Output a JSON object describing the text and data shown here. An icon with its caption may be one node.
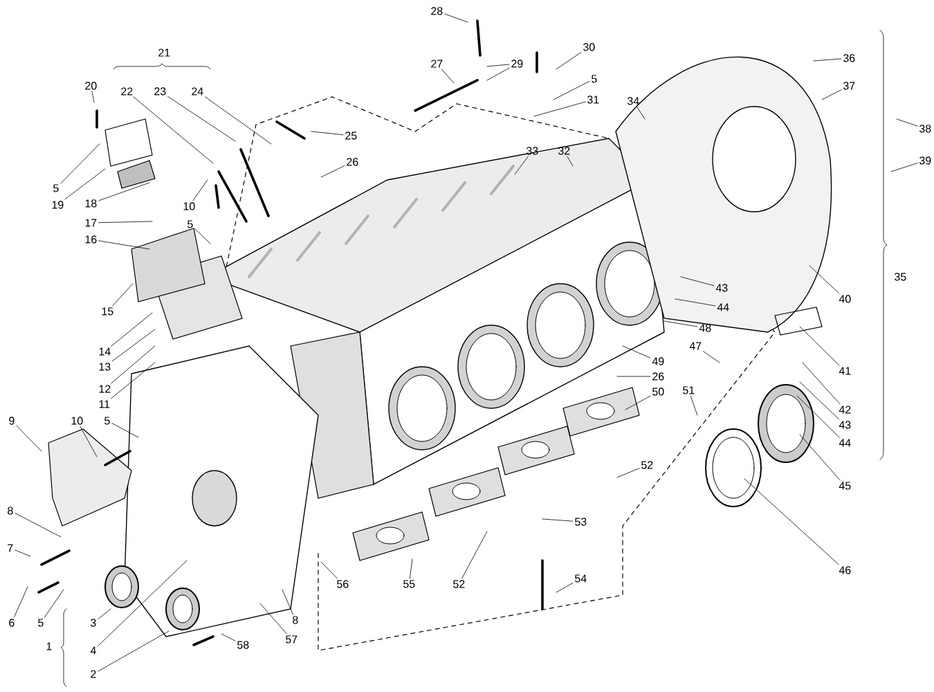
{
  "diagram": {
    "nodes": [
      {
        "text": [
          "28"
        ]
      },
      {
        "text": [
          "30"
        ]
      },
      {
        "text": [
          "22"
        ]
      },
      {
        "text": [
          "23"
        ]
      },
      {
        "text": [
          "24"
        ]
      },
      {
        "text": [
          "27"
        ]
      },
      {
        "text": [
          "29"
        ]
      },
      {
        "text": [
          "36"
        ]
      },
      {
        "text": [
          "5"
        ]
      },
      {
        "text": [
          "20"
        ]
      },
      {
        "text": [
          "37"
        ]
      },
      {
        "text": [
          "31"
        ]
      },
      {
        "text": [
          "34"
        ]
      },
      {
        "text": [
          "38"
        ]
      },
      {
        "text": [
          "25"
        ]
      },
      {
        "text": [
          "33"
        ]
      },
      {
        "text": [
          "32"
        ]
      },
      {
        "text": [
          "26"
        ]
      },
      {
        "text": [
          "39"
        ]
      },
      {
        "text": [
          "5"
        ]
      },
      {
        "text": [
          "19"
        ]
      },
      {
        "text": [
          "18"
        ]
      },
      {
        "text": [
          "10"
        ]
      },
      {
        "text": [
          "5"
        ]
      },
      {
        "text": [
          "17"
        ]
      },
      {
        "text": [
          "16"
        ]
      },
      {
        "text": [
          "43"
        ]
      },
      {
        "text": [
          "40"
        ]
      },
      {
        "text": [
          "44"
        ]
      },
      {
        "text": [
          "15"
        ]
      },
      {
        "text": [
          "48"
        ]
      },
      {
        "text": [
          "47"
        ]
      },
      {
        "text": [
          "14"
        ]
      },
      {
        "text": [
          "49"
        ]
      },
      {
        "text": [
          "13"
        ]
      },
      {
        "text": [
          "41"
        ]
      },
      {
        "text": [
          "26"
        ]
      },
      {
        "text": [
          "50"
        ]
      },
      {
        "text": [
          "51"
        ]
      },
      {
        "text": [
          "12"
        ]
      },
      {
        "text": [
          "11"
        ]
      },
      {
        "text": [
          "42"
        ]
      },
      {
        "text": [
          "9"
        ]
      },
      {
        "text": [
          "10"
        ]
      },
      {
        "text": [
          "5"
        ]
      },
      {
        "text": [
          "43"
        ]
      },
      {
        "text": [
          "44"
        ]
      },
      {
        "text": [
          "52"
        ]
      },
      {
        "text": [
          "45"
        ]
      },
      {
        "text": [
          "8"
        ]
      },
      {
        "text": [
          "53"
        ]
      },
      {
        "text": [
          "7"
        ]
      },
      {
        "text": [
          "46"
        ]
      },
      {
        "text": [
          "56"
        ]
      },
      {
        "text": [
          "55"
        ]
      },
      {
        "text": [
          "52"
        ]
      },
      {
        "text": [
          "54"
        ]
      },
      {
        "text": [
          "3"
        ]
      },
      {
        "text": [
          "8"
        ]
      },
      {
        "text": [
          "6"
        ]
      },
      {
        "text": [
          "5"
        ]
      },
      {
        "text": [
          "58"
        ]
      },
      {
        "text": [
          "57"
        ]
      },
      {
        "text": [
          "4"
        ]
      },
      {
        "text": [
          "2"
        ]
      }
    ],
    "edges": [
      {
        "from": 0,
        "to": null,
        "arrow": "none"
      },
      {
        "from": 1,
        "to": null,
        "arrow": "none"
      },
      {
        "from": 2,
        "to": null,
        "arrow": "none"
      },
      {
        "from": 3,
        "to": null,
        "arrow": "none"
      },
      {
        "from": 4,
        "to": null,
        "arrow": "none"
      },
      {
        "from": 5,
        "to": null,
        "arrow": "none"
      },
      {
        "from": 6,
        "to": null,
        "arrow": "none"
      },
      {
        "from": 6,
        "to": null,
        "arrow": "none"
      },
      {
        "from": 7,
        "to": null,
        "arrow": "none"
      },
      {
        "from": 8,
        "to": null,
        "arrow": "none"
      },
      {
        "from": 9,
        "to": null,
        "arrow": "none"
      },
      {
        "from": 10,
        "to": null,
        "arrow": "none"
      },
      {
        "from": 11,
        "to": null,
        "arrow": "none"
      },
      {
        "from": 12,
        "to": null,
        "arrow": "none"
      },
      {
        "from": 13,
        "to": null,
        "arrow": "none"
      },
      {
        "from": 14,
        "to": null,
        "arrow": "none"
      },
      {
        "from": 15,
        "to": null,
        "arrow": "none"
      },
      {
        "from": 16,
        "to": null,
        "arrow": "none"
      },
      {
        "from": 17,
        "to": null,
        "arrow": "none"
      },
      {
        "from": 18,
        "to": null,
        "arrow": "none"
      },
      {
        "from": 19,
        "to": null,
        "arrow": "none"
      },
      {
        "from": 20,
        "to": null,
        "arrow": "none"
      },
      {
        "from": 21,
        "to": null,
        "arrow": "none"
      },
      {
        "from": 22,
        "to": null,
        "arrow": "none"
      },
      {
        "from": 23,
        "to": null,
        "arrow": "none"
      },
      {
        "from": 24,
        "to": null,
        "arrow": "none"
      },
      {
        "from": 25,
        "to": null,
        "arrow": "none"
      },
      {
        "from": 26,
        "to": null,
        "arrow": "none"
      },
      {
        "from": 27,
        "to": null,
        "arrow": "none"
      },
      {
        "from": 28,
        "to": null,
        "arrow": "none"
      },
      {
        "from": 29,
        "to": null,
        "arrow": "none"
      },
      {
        "from": 30,
        "to": null,
        "arrow": "none"
      },
      {
        "from": 31,
        "to": null,
        "arrow": "none"
      },
      {
        "from": 32,
        "to": null,
        "arrow": "none"
      },
      {
        "from": 33,
        "to": null,
        "arrow": "none"
      },
      {
        "from": 34,
        "to": null,
        "arrow": "none"
      },
      {
        "from": 35,
        "to": null,
        "arrow": "none"
      },
      {
        "from": 36,
        "to": null,
        "arrow": "none"
      },
      {
        "from": 37,
        "to": null,
        "arrow": "none"
      },
      {
        "from": 38,
        "to": null,
        "arrow": "none"
      },
      {
        "from": 39,
        "to": null,
        "arrow": "none"
      },
      {
        "from": 40,
        "to": null,
        "arrow": "none"
      },
      {
        "from": 41,
        "to": null,
        "arrow": "none"
      },
      {
        "from": 42,
        "to": null,
        "arrow": "none"
      },
      {
        "from": 43,
        "to": null,
        "arrow": "none"
      },
      {
        "from": 44,
        "to": null,
        "arrow": "none"
      },
      {
        "from": 45,
        "to": null,
        "arrow": "none"
      },
      {
        "from": 46,
        "to": null,
        "arrow": "none"
      },
      {
        "from": 47,
        "to": null,
        "arrow": "none"
      },
      {
        "from": 48,
        "to": null,
        "arrow": "none"
      },
      {
        "from": 49,
        "to": null,
        "arrow": "none"
      },
      {
        "from": 50,
        "to": null,
        "arrow": "none"
      },
      {
        "from": 51,
        "to": null,
        "arrow": "none"
      },
      {
        "from": 52,
        "to": null,
        "arrow": "none"
      },
      {
        "from": 53,
        "to": null,
        "arrow": "none"
      },
      {
        "from": 54,
        "to": null,
        "arrow": "none"
      },
      {
        "from": 55,
        "to": null,
        "arrow": "none"
      },
      {
        "from": 56,
        "to": null,
        "arrow": "none"
      },
      {
        "from": 57,
        "to": null,
        "arrow": "none"
      },
      {
        "from": 58,
        "to": null,
        "arrow": "none"
      },
      {
        "from": 59,
        "to": null,
        "arrow": "none"
      },
      {
        "from": 60,
        "to": null,
        "arrow": "none"
      },
      {
        "from": 61,
        "to": null,
        "arrow": "none"
      },
      {
        "from": 62,
        "to": null,
        "arrow": "none"
      },
      {
        "from": 63,
        "to": null,
        "arrow": "none"
      },
      {
        "from": 64,
        "to": null,
        "arrow": "none"
      }
    ],
    "labels": [
      "21",
      "35",
      "1"
    ]
  }
}
